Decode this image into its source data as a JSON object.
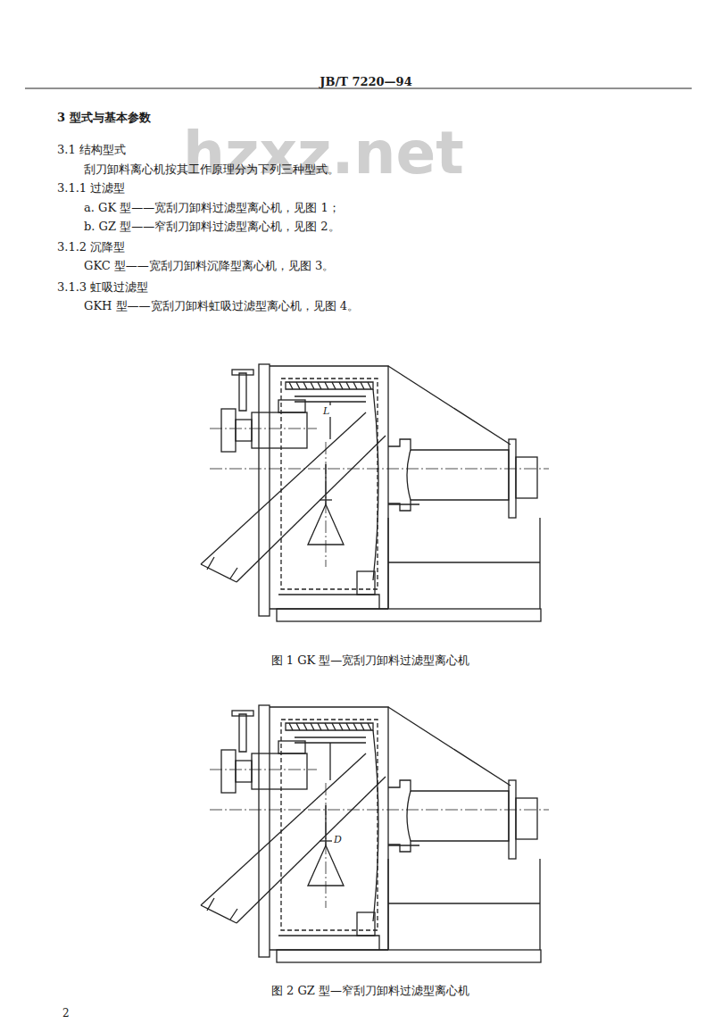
{
  "diagram": {
    "labels": [
      "JB/T 7220—94",
      "3 型式与基本参数",
      "3.1 结构型式",
      "刮刀卸料离心机按其工作原理分为下列三种型式。",
      "3.1.1 过滤型",
      "a. GK 型——宽刮刀卸料过滤型离心机，见图 1；",
      "b. GZ 型——窄刮刀卸料过滤型离心机，见图 2。",
      "3.1.2 沉降型",
      "GKC 型——宽刮刀卸料沉降型离心机，见图 3。",
      "3.1.3 虹吸过滤型",
      "GKH 型——宽刮刀卸料虹吸过滤型离心机，见图 4。",
      "L",
      "图 1 GK 型—宽刮刀卸料过滤型离心机",
      "D",
      "图 2 GZ 型—窄刮刀卸料过滤型离心机",
      "2",
      "hzxz.net"
    ]
  }
}
